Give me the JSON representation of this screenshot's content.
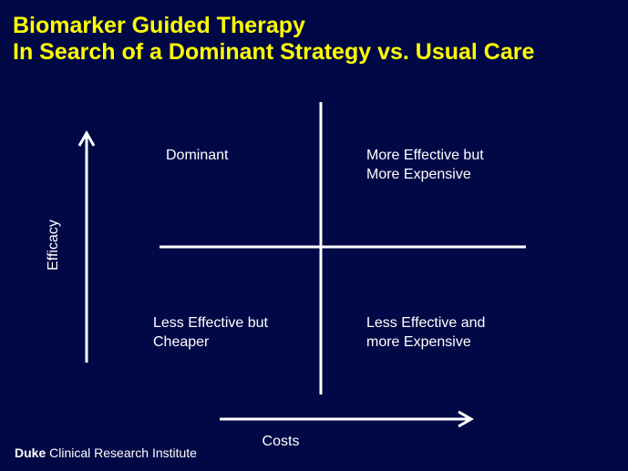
{
  "title": {
    "line1": "Biomarker Guided Therapy",
    "line2": "In Search of a Dominant Strategy vs. Usual Care"
  },
  "quadrants": {
    "top_left": [
      "Dominant"
    ],
    "top_right": [
      "More Effective but",
      "More Expensive"
    ],
    "bottom_left": [
      "Less Effective but",
      "Cheaper"
    ],
    "bottom_right": [
      "Less Effective and",
      "more Expensive"
    ]
  },
  "axes": {
    "y_label": "Efficacy",
    "x_label": "Costs"
  },
  "footer": {
    "org_bold": "Duke",
    "org_rest": " Clinical Research Institute"
  },
  "colors": {
    "background": "#000846",
    "title": "#ffff00",
    "text": "#ffffff"
  }
}
